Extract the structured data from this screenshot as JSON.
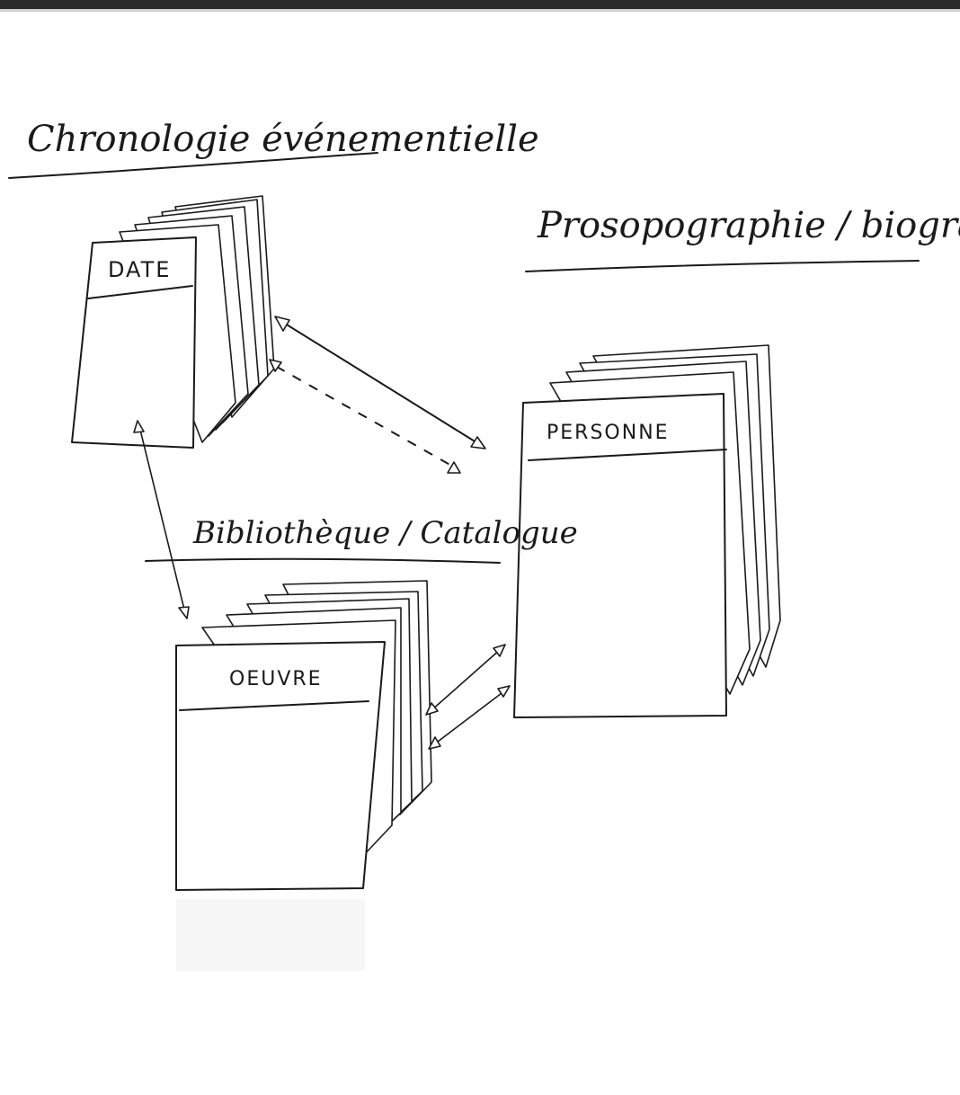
{
  "headings": {
    "chronologie": "Chronologie événementielle",
    "prosopographie": "Prosopographie / biographie",
    "bibliotheque": "Bibliothèque / Catalogue"
  },
  "cards": {
    "date": "DATE",
    "personne": "PERSONNE",
    "oeuvre": "OEUVRE"
  },
  "colors": {
    "ink": "#1a1a1a",
    "paper": "#ffffff",
    "top_border": "#2a2a2a"
  }
}
